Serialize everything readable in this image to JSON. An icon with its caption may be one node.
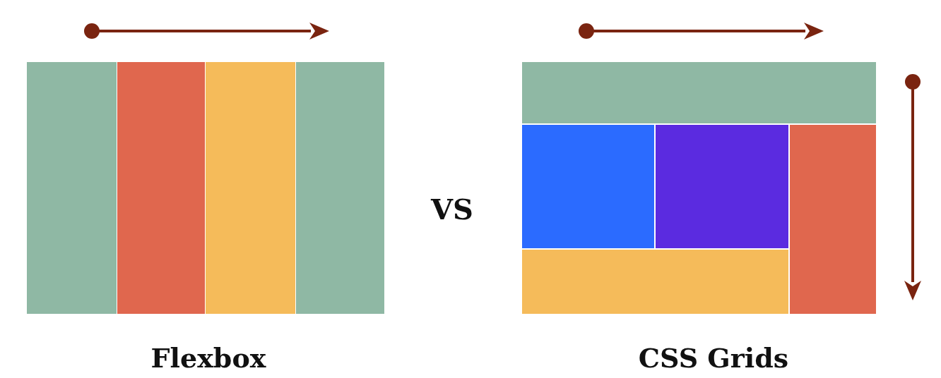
{
  "diagram": {
    "labels": [
      "Flexbox",
      "VS",
      "CSS Grids"
    ]
  }
}
